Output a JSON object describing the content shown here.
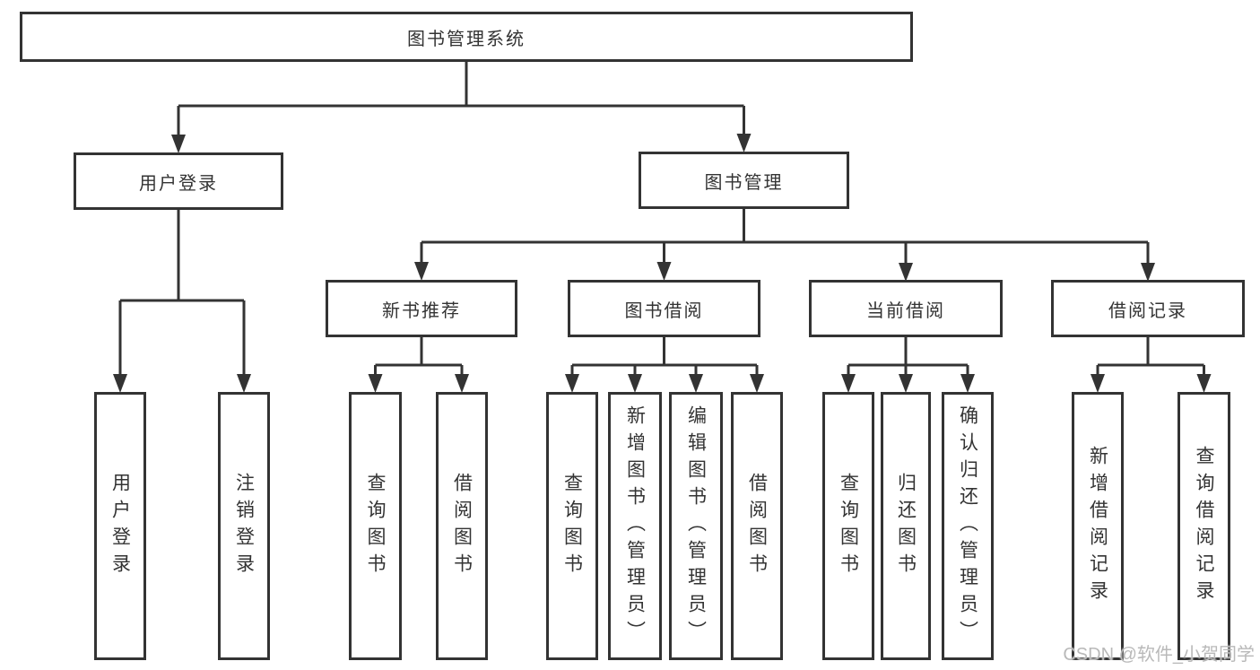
{
  "tree": {
    "root": {
      "label": "图书管理系统"
    },
    "children": [
      {
        "label": "用户登录",
        "children": [
          {
            "label": "用户登录"
          },
          {
            "label": "注销登录"
          }
        ]
      },
      {
        "label": "图书管理",
        "children": [
          {
            "label": "新书推荐",
            "children": [
              {
                "label": "查询图书"
              },
              {
                "label": "借阅图书"
              }
            ]
          },
          {
            "label": "图书借阅",
            "children": [
              {
                "label": "查询图书"
              },
              {
                "label": "新增图书（管理员）"
              },
              {
                "label": "编辑图书（管理员）"
              },
              {
                "label": "借阅图书"
              }
            ]
          },
          {
            "label": "当前借阅",
            "children": [
              {
                "label": "查询图书"
              },
              {
                "label": "归还图书"
              },
              {
                "label": "确认归还（管理员）"
              }
            ]
          },
          {
            "label": "借阅记录",
            "children": [
              {
                "label": "新增借阅记录"
              },
              {
                "label": "查询借阅记录"
              }
            ]
          }
        ]
      }
    ]
  },
  "watermark": "CSDN @软件_小贺同学",
  "colors": {
    "line": "#333333",
    "box_border": "#333333",
    "text": "#333333",
    "watermark": "#b9b9b9",
    "background": "#ffffff"
  }
}
